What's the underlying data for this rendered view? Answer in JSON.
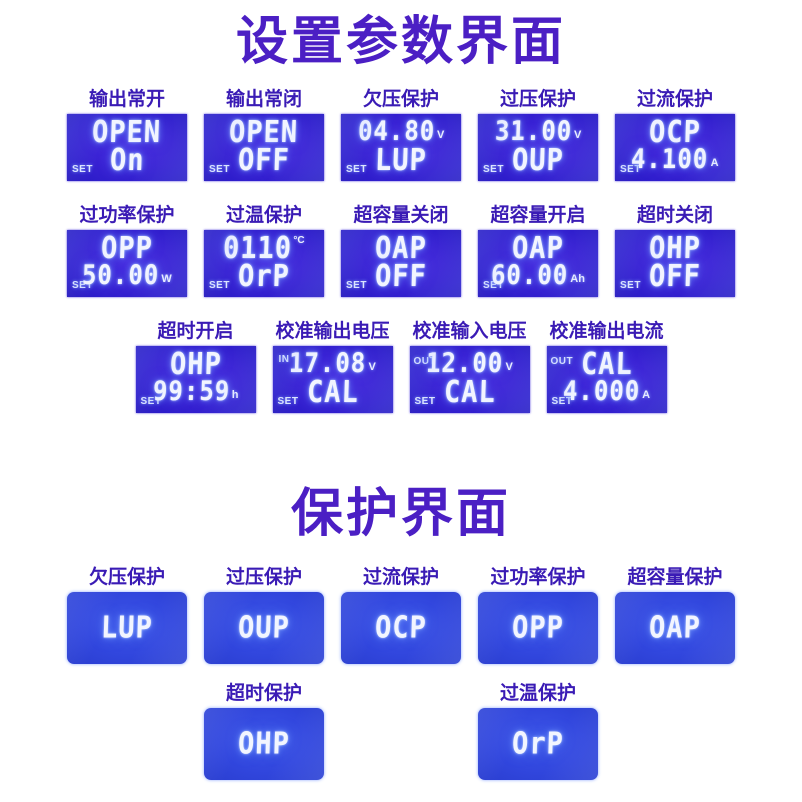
{
  "sections": [
    {
      "title": "设置参数界面",
      "rows": [
        [
          {
            "label": "输出常开",
            "tag_bottom": "SET",
            "top": "OPEN",
            "bottom": "On"
          },
          {
            "label": "输出常闭",
            "tag_bottom": "SET",
            "top": "OPEN",
            "bottom": "OFF"
          },
          {
            "label": "欠压保护",
            "tag_bottom": "SET",
            "top": "04.80",
            "top_unit": "V",
            "bottom": "LUP"
          },
          {
            "label": "过压保护",
            "tag_bottom": "SET",
            "top": "31.00",
            "top_unit": "V",
            "bottom": "OUP"
          },
          {
            "label": "过流保护",
            "tag_bottom": "SET",
            "top": "OCP",
            "bottom": "4.100",
            "bottom_unit": "A"
          }
        ],
        [
          {
            "label": "过功率保护",
            "tag_bottom": "SET",
            "top": "OPP",
            "bottom": "50.00",
            "bottom_unit": "W"
          },
          {
            "label": "过温保护",
            "tag_bottom": "SET",
            "top": "0110",
            "top_unit": "°C",
            "top_unit_sup": true,
            "bottom": "OrP"
          },
          {
            "label": "超容量关闭",
            "tag_bottom": "SET",
            "top": "OAP",
            "bottom": "OFF"
          },
          {
            "label": "超容量开启",
            "tag_bottom": "SET",
            "top": "OAP",
            "bottom": "60.00",
            "bottom_unit": "Ah"
          },
          {
            "label": "超时关闭",
            "tag_bottom": "SET",
            "top": "OHP",
            "bottom": "OFF"
          }
        ],
        [
          {
            "label": "超时开启",
            "tag_bottom": "SET",
            "top": "OHP",
            "bottom": "99:59",
            "bottom_unit": "h"
          },
          {
            "label": "校准输出电压",
            "tag_top": "IN",
            "tag_bottom": "SET",
            "top": "17.08",
            "top_unit": "V",
            "bottom": "CAL"
          },
          {
            "label": "校准输入电压",
            "tag_top": "OUT",
            "tag_bottom": "SET",
            "top": "12.00",
            "top_unit": "V",
            "bottom": "CAL"
          },
          {
            "label": "校准输出电流",
            "tag_top": "OUT",
            "tag_bottom": "SET",
            "top": "CAL",
            "bottom": "4.000",
            "bottom_unit": "A"
          }
        ]
      ]
    },
    {
      "title": "保护界面",
      "rows": [
        [
          {
            "label": "欠压保护",
            "single": "LUP"
          },
          {
            "label": "过压保护",
            "single": "OUP"
          },
          {
            "label": "过流保护",
            "single": "OCP"
          },
          {
            "label": "过功率保护",
            "single": "OPP"
          },
          {
            "label": "超容量保护",
            "single": "OAP"
          }
        ],
        [
          {
            "label": "超时保护",
            "single": "OHP"
          },
          {
            "label": "过温保护",
            "single": "OrP"
          }
        ]
      ]
    }
  ],
  "colors": {
    "title": "#4b1fc4",
    "label": "#3a1bb5",
    "lcd_background": "#2f1ecb",
    "lcd_protect_background": "#3146dd",
    "segment": "#f2f5ff"
  }
}
